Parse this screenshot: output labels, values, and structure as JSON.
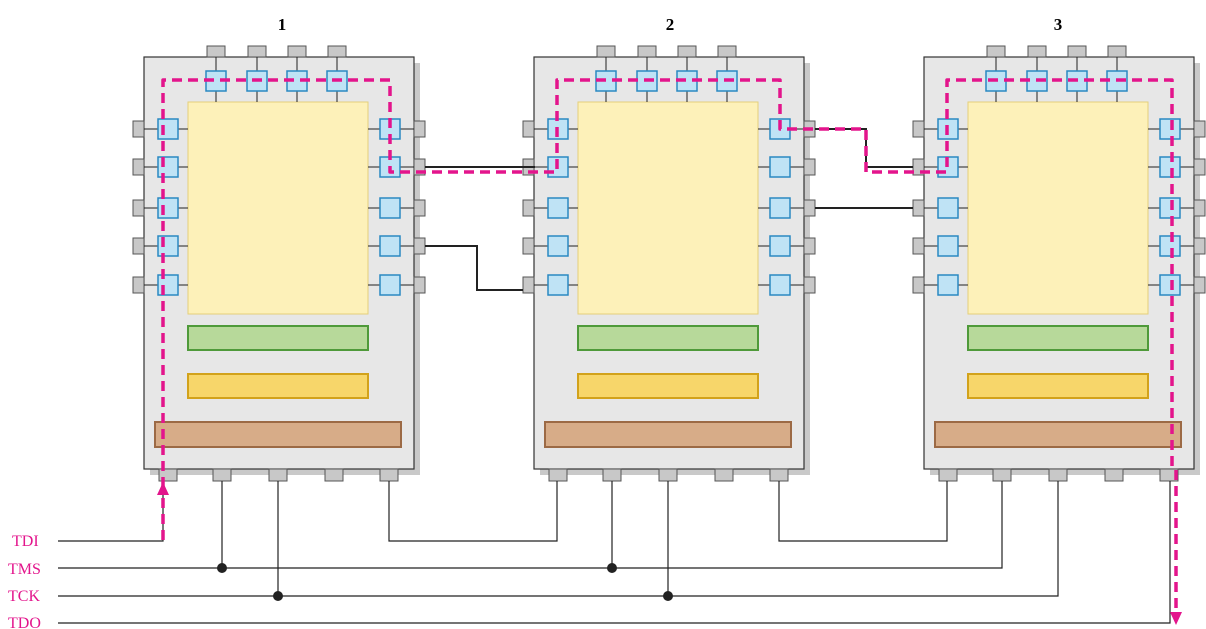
{
  "chips": [
    {
      "id": "chip-1",
      "label": "1"
    },
    {
      "id": "chip-2",
      "label": "2"
    },
    {
      "id": "chip-3",
      "label": "3"
    }
  ],
  "signals": [
    {
      "id": "tdi",
      "label": "TDI"
    },
    {
      "id": "tms",
      "label": "TMS"
    },
    {
      "id": "tck",
      "label": "TCK"
    },
    {
      "id": "tdo",
      "label": "TDO"
    }
  ],
  "colors": {
    "chip_body": "#e7e7e7",
    "chip_border": "#333333",
    "chip_shadow": "#c9c9c9",
    "core_logic": "#fdf1b9",
    "core_border": "#e5cf7a",
    "boundary_cell_fill": "#bfe3f5",
    "boundary_cell_border": "#2a89c2",
    "pin_fill": "#c8c8c8",
    "green_register": "#b7d99a",
    "green_register_border": "#4f9a3a",
    "yellow_register": "#f7d66a",
    "yellow_register_border": "#d2a21b",
    "tan_register": "#d7ac88",
    "tan_register_border": "#9c6a45",
    "scan_path": "#e3158c",
    "wire": "#222222",
    "signal_label": "#e3158c"
  }
}
